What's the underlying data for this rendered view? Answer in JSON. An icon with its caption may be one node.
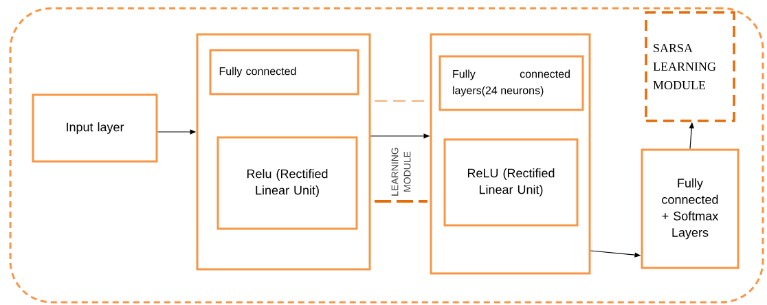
{
  "diagram": {
    "nodes": [
      {
        "text": [],
        "shape": "box"
      },
      {
        "text": [
          "Input layer"
        ],
        "in": 0
      },
      {
        "text": [],
        "shape": "box",
        "in": 0
      },
      {
        "text": [
          "Fully connected"
        ],
        "in": 2
      },
      {
        "text": [
          "Relu (Rectified Linear Unit)"
        ],
        "in": 2
      },
      {
        "text": [
          "LEARNING MODULE"
        ],
        "in": 0
      },
      {
        "text": [],
        "shape": "box",
        "in": 0
      },
      {
        "text": [
          "Fully connected layers(24 neurons)"
        ],
        "in": 6
      },
      {
        "text": [
          "ReLU (Rectified Linear Unit)"
        ],
        "in": 6
      },
      {
        "text": [
          "SARSA LEARNING MODULE"
        ],
        "in": 0
      },
      {
        "text": [
          "Fully connected + Softmax Layers"
        ],
        "in": 0
      }
    ],
    "edges": [
      {
        "from": 1,
        "to": 2,
        "arrow": "to"
      },
      {
        "from": 2,
        "to": 6,
        "arrow": "to"
      },
      {
        "from": 6,
        "to": 10,
        "arrow": "to"
      },
      {
        "from": 10,
        "to": 9,
        "arrow": "to"
      }
    ]
  }
}
